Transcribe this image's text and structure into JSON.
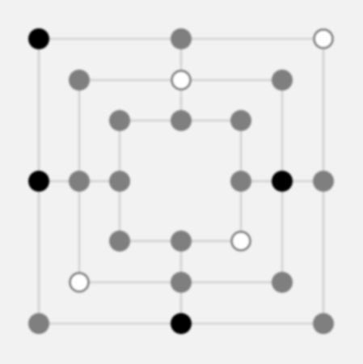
{
  "board": {
    "type": "nine-mens-morris",
    "colors": {
      "background": "#f2f2f2",
      "line": "#d6d6d6",
      "empty": "#7f7f7f",
      "black": "#000000",
      "white": "#ffffff",
      "white_outline": "#7a7a7a"
    },
    "points": [
      {
        "id": "a7",
        "ring": 0,
        "col": 0,
        "row": 0,
        "state": "black"
      },
      {
        "id": "d7",
        "ring": 0,
        "col": 1,
        "row": 0,
        "state": "empty"
      },
      {
        "id": "g7",
        "ring": 0,
        "col": 2,
        "row": 0,
        "state": "white"
      },
      {
        "id": "a4",
        "ring": 0,
        "col": 0,
        "row": 1,
        "state": "black"
      },
      {
        "id": "g4",
        "ring": 0,
        "col": 2,
        "row": 1,
        "state": "empty"
      },
      {
        "id": "a1",
        "ring": 0,
        "col": 0,
        "row": 2,
        "state": "empty"
      },
      {
        "id": "d1",
        "ring": 0,
        "col": 1,
        "row": 2,
        "state": "black"
      },
      {
        "id": "g1",
        "ring": 0,
        "col": 2,
        "row": 2,
        "state": "empty"
      },
      {
        "id": "b6",
        "ring": 1,
        "col": 0,
        "row": 0,
        "state": "empty"
      },
      {
        "id": "d6",
        "ring": 1,
        "col": 1,
        "row": 0,
        "state": "white"
      },
      {
        "id": "f6",
        "ring": 1,
        "col": 2,
        "row": 0,
        "state": "empty"
      },
      {
        "id": "b4",
        "ring": 1,
        "col": 0,
        "row": 1,
        "state": "empty"
      },
      {
        "id": "f4",
        "ring": 1,
        "col": 2,
        "row": 1,
        "state": "black"
      },
      {
        "id": "b2",
        "ring": 1,
        "col": 0,
        "row": 2,
        "state": "white"
      },
      {
        "id": "d2",
        "ring": 1,
        "col": 1,
        "row": 2,
        "state": "empty"
      },
      {
        "id": "f2",
        "ring": 1,
        "col": 2,
        "row": 2,
        "state": "empty"
      },
      {
        "id": "c5",
        "ring": 2,
        "col": 0,
        "row": 0,
        "state": "empty"
      },
      {
        "id": "d5",
        "ring": 2,
        "col": 1,
        "row": 0,
        "state": "empty"
      },
      {
        "id": "e5",
        "ring": 2,
        "col": 2,
        "row": 0,
        "state": "empty"
      },
      {
        "id": "c4",
        "ring": 2,
        "col": 0,
        "row": 1,
        "state": "empty"
      },
      {
        "id": "e4",
        "ring": 2,
        "col": 2,
        "row": 1,
        "state": "empty"
      },
      {
        "id": "c3",
        "ring": 2,
        "col": 0,
        "row": 2,
        "state": "empty"
      },
      {
        "id": "d3",
        "ring": 2,
        "col": 1,
        "row": 2,
        "state": "empty"
      },
      {
        "id": "e3",
        "ring": 2,
        "col": 2,
        "row": 2,
        "state": "white"
      }
    ]
  }
}
